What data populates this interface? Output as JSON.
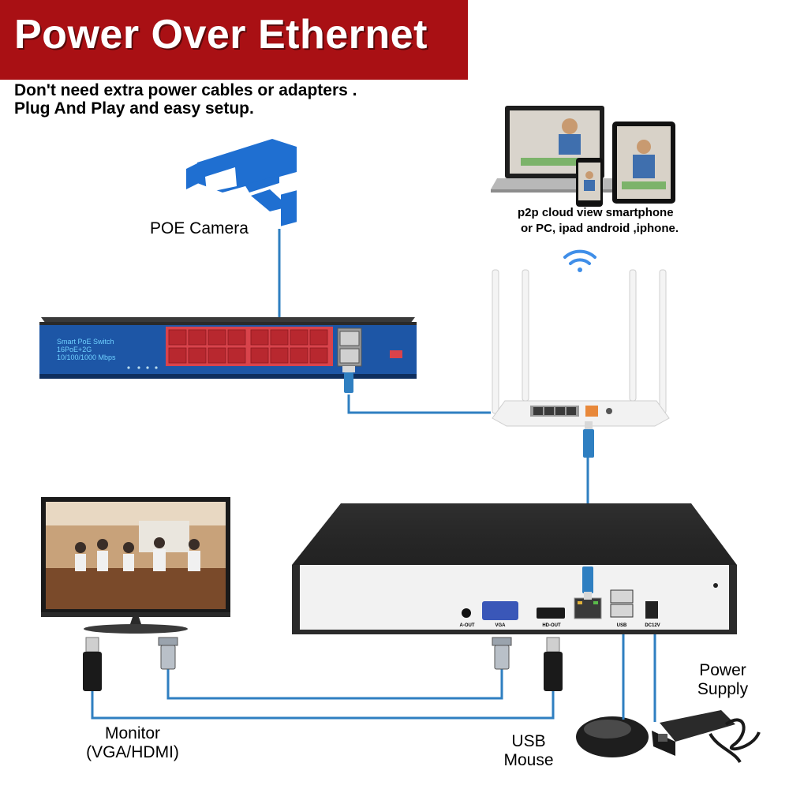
{
  "banner": {
    "title": "Power Over Ethernet",
    "subtitle_line1": "Don't need extra power cables or adapters .",
    "subtitle_line2": "Plug And Play and easy setup."
  },
  "devices": {
    "camera_label": "POE Camera",
    "cloud_line1": "p2p cloud  view smartphone",
    "cloud_line2": "or PC, ipad android ,iphone.",
    "switch_line1": "Smart PoE Switch",
    "switch_line2": "16PoE+2G",
    "switch_line3": "10/100/1000 Mbps",
    "monitor_label_line1": "Monitor",
    "monitor_label_line2": "(VGA/HDMI)",
    "mouse_label_line1": "USB",
    "mouse_label_line2": "Mouse",
    "power_label_line1": "Power",
    "power_label_line2": "Supply"
  },
  "nvr_ports": {
    "aout": "A-OUT",
    "vga": "VGA",
    "hdout": "HD-OUT",
    "usb": "USB",
    "dc": "DC12V"
  },
  "colors": {
    "banner": "#a91014",
    "cable": "#2f7fc1",
    "switch_body": "#1d56a6",
    "ports": "#d9434b",
    "camera": "#1f6fd1"
  }
}
